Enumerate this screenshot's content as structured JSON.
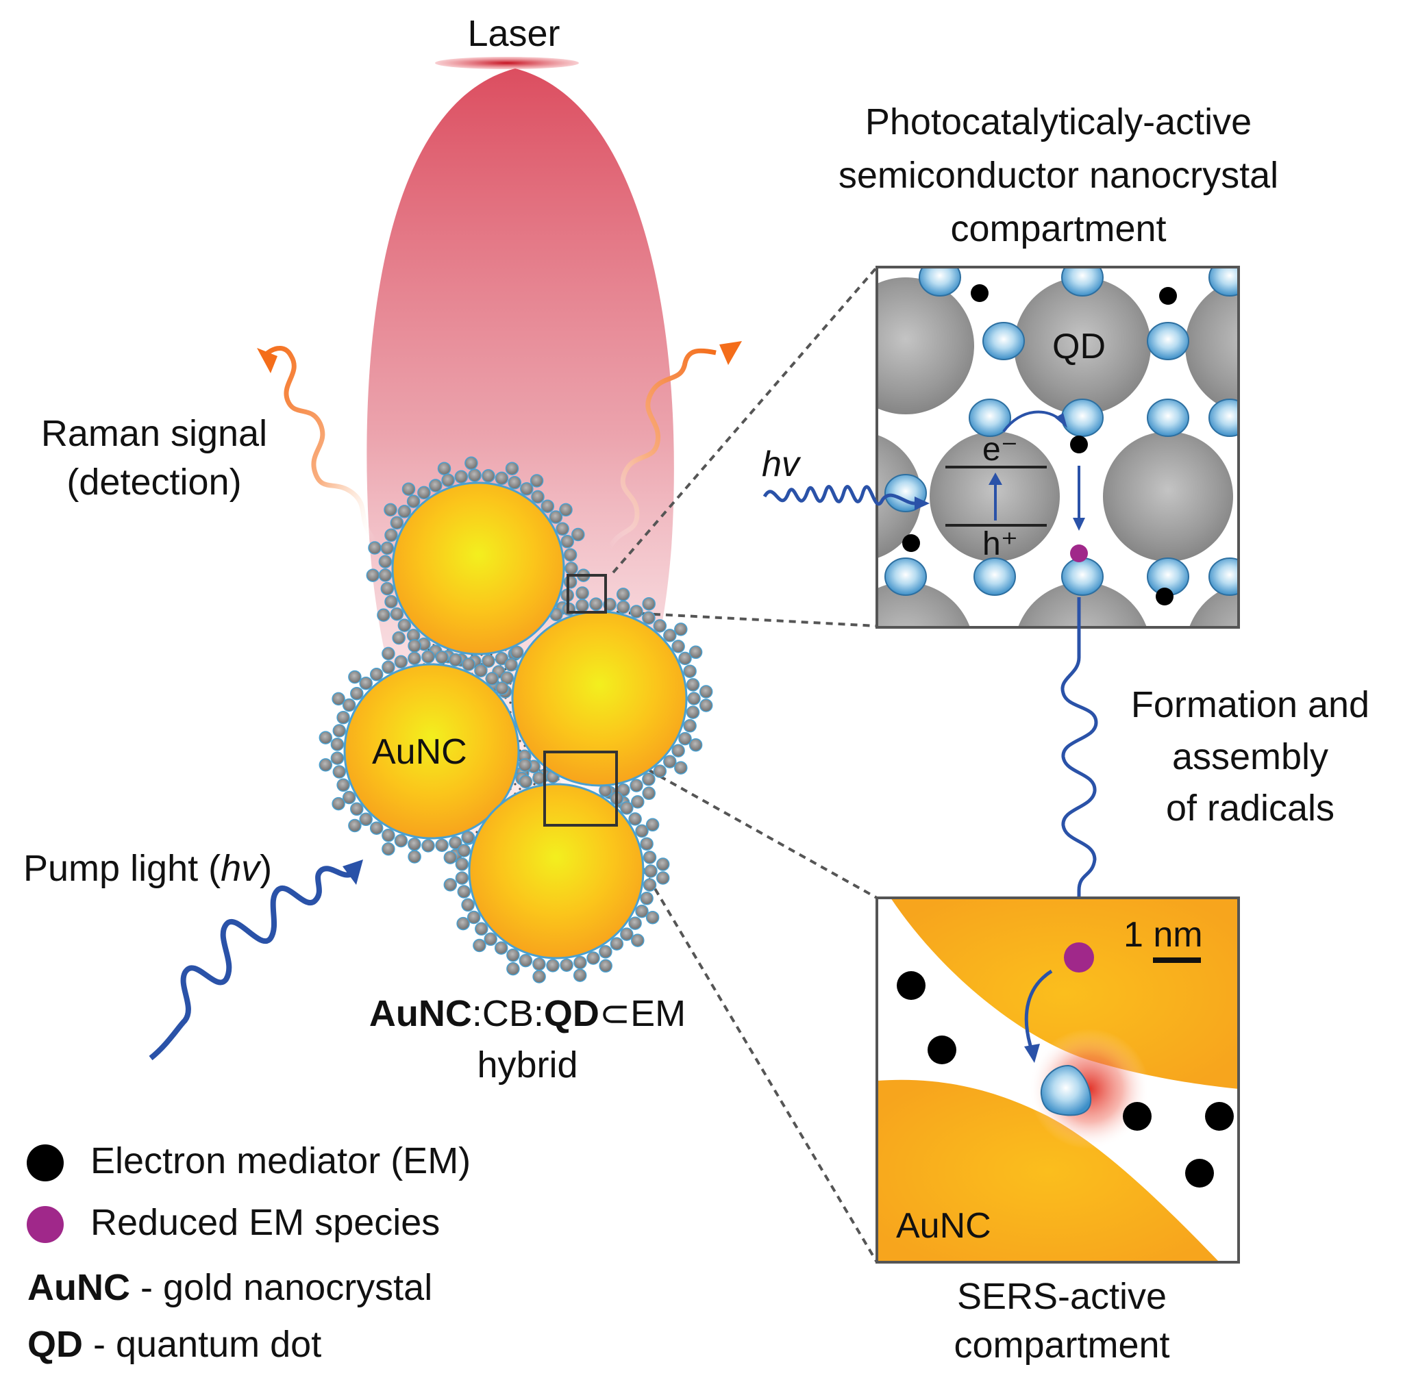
{
  "labels": {
    "laser": "Laser",
    "raman_line1": "Raman signal",
    "raman_line2": "(detection)",
    "pump_prefix": "Pump light (",
    "pump_hv": "hv",
    "pump_suffix": ")",
    "photocat_line1": "Photocatalyticaly-active",
    "photocat_line2": "semiconductor nanocrystal",
    "photocat_line3": "compartment",
    "formation_line1": "Formation and",
    "formation_line2": "assembly",
    "formation_line3": "of radicals",
    "hybrid_aunc": "AuNC",
    "hybrid_mid": ":CB:",
    "hybrid_qd": "QD",
    "hybrid_tail": "⊂EM",
    "hybrid_line2": "hybrid",
    "sers_line1": "SERS-active",
    "sers_line2": "compartment",
    "cluster_aunc": "AuNC",
    "qd_box_qd": "QD",
    "qd_box_hv": "hv",
    "electron": "e⁻",
    "hole": "h⁺",
    "scale_bar": "1 nm",
    "sers_box_aunc": "AuNC"
  },
  "legend": {
    "em_label": "Electron mediator (EM)",
    "reduced_label": "Reduced EM species",
    "aunc_abbr": "AuNC",
    "aunc_def": " - gold nanocrystal",
    "qd_abbr": "QD",
    "qd_def": " - quantum dot"
  },
  "colors": {
    "gold_center": "#f3ef1e",
    "gold_edge": "#f9a51d",
    "qd_gray": "#8c8c8c",
    "cb_blue": "#5aaad8",
    "arrow_blue": "#2a52a8",
    "raman_orange": "#f57c1f",
    "laser_red": "#d42030",
    "reduced_purple": "#a0288a",
    "em_black": "#000000"
  },
  "icons": {
    "electron_mediator": "black-dot-icon",
    "reduced_species": "purple-dot-icon",
    "pump_light": "wavy-arrow-icon",
    "raman_signal": "wavy-arrow-icon"
  }
}
